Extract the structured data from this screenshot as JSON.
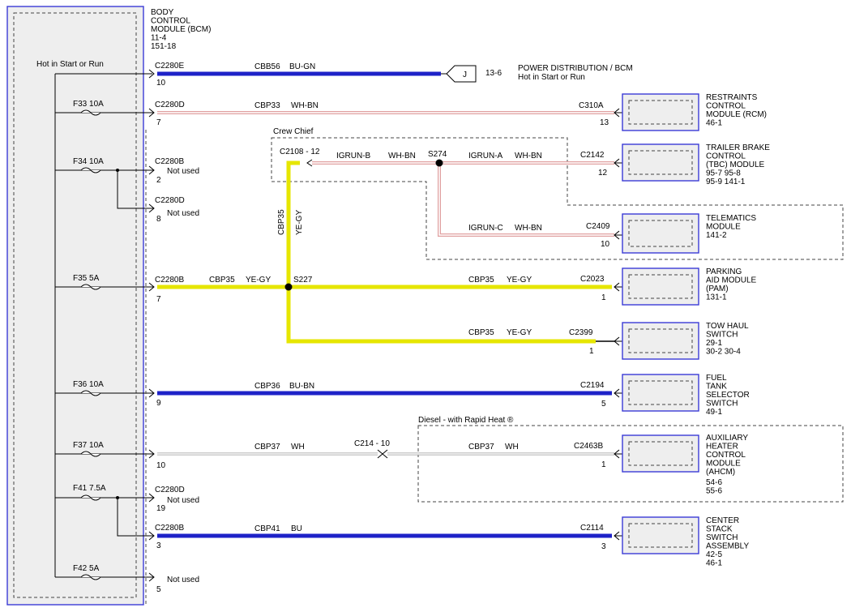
{
  "bcm": {
    "title_lines": [
      "BODY",
      "CONTROL",
      "MODULE (BCM)",
      "11-4",
      "151-18"
    ],
    "bus_label": "Hot in Start or Run"
  },
  "fuses": [
    "F33  10A",
    "F34  10A",
    "F35  5A",
    "F36  10A",
    "F37  10A",
    "F41  7.5A",
    "F42  5A"
  ],
  "pins": [
    {
      "connector": "C2280E",
      "pin": "10"
    },
    {
      "connector": "C2280D",
      "pin": "7"
    },
    {
      "connector": "C2280B",
      "pin": "2",
      "note": "Not used"
    },
    {
      "connector": "C2280D",
      "pin": "8",
      "note": "Not used"
    },
    {
      "connector": "C2280B",
      "pin": "7"
    },
    {
      "connector": "",
      "pin": "9"
    },
    {
      "connector": "",
      "pin": "10"
    },
    {
      "connector": "C2280D",
      "pin": "19",
      "note": "Not used"
    },
    {
      "connector": "C2280B",
      "pin": "3"
    },
    {
      "connector": "",
      "pin": "5",
      "note": "Not used"
    }
  ],
  "circuits": [
    {
      "circuit": "CBB56",
      "color": "BU-GN"
    },
    {
      "circuit": "CBP33",
      "color": "WH-BN"
    },
    {
      "circuit": "CBP35",
      "color": "YE-GY"
    },
    {
      "circuit": "CBP35",
      "color": "YE-GY"
    },
    {
      "circuit": "CBP35",
      "color": "YE-GY"
    },
    {
      "circuit": "CBP36",
      "color": "BU-BN"
    },
    {
      "circuit": "CBP37",
      "color": "WH"
    },
    {
      "circuit": "CBP37",
      "color": "WH"
    },
    {
      "circuit": "CBP41",
      "color": "BU"
    },
    {
      "circuit": "CBP35",
      "color": "YE-GY"
    }
  ],
  "splices": [
    "S227",
    "S274"
  ],
  "crew_chief": {
    "label": "Crew Chief",
    "connector": "C2108  - 12",
    "igrun_b": "IGRUN-B",
    "igrun_b_color": "WH-BN",
    "igrun_a": "IGRUN-A",
    "igrun_a_color": "WH-BN",
    "igrun_c": "IGRUN-C",
    "igrun_c_color": "WH-BN"
  },
  "diesel": {
    "label": "Diesel - with Rapid Heat ®",
    "inline_connector": "C214  - 10"
  },
  "power_dist": {
    "connector_letter": "J",
    "page_ref": "13-6",
    "title": "POWER DISTRIBUTION / BCM",
    "subtitle": "Hot in Start or Run"
  },
  "modules": [
    {
      "connector": "C310A",
      "pin": "13",
      "lines": [
        "RESTRAINTS",
        "CONTROL",
        "MODULE (RCM)",
        "46-1"
      ]
    },
    {
      "connector": "C2142",
      "pin": "12",
      "lines": [
        "TRAILER BRAKE",
        "CONTROL",
        "(TBC) MODULE",
        "95-7     95-8",
        "95-9     141-1"
      ]
    },
    {
      "connector": "C2409",
      "pin": "10",
      "lines": [
        "TELEMATICS",
        "MODULE",
        "141-2"
      ]
    },
    {
      "connector": "C2023",
      "pin": "1",
      "lines": [
        "PARKING",
        "AID MODULE",
        "(PAM)",
        "131-1"
      ]
    },
    {
      "connector": "C2399",
      "pin": "1",
      "lines": [
        "TOW HAUL",
        "SWITCH",
        "29-1",
        "30-2       30-4"
      ]
    },
    {
      "connector": "C2194",
      "pin": "5",
      "lines": [
        "FUEL",
        "TANK",
        "SELECTOR",
        "SWITCH",
        "49-1"
      ]
    },
    {
      "connector": "C2463B",
      "pin": "1",
      "lines": [
        "AUXILIARY",
        "HEATER",
        "CONTROL",
        "MODULE",
        "(AHCM)",
        "54-6",
        "55-6"
      ]
    },
    {
      "connector": "C2114",
      "pin": "3",
      "lines": [
        "CENTER",
        "STACK",
        "SWITCH",
        "ASSEMBLY",
        "42-5",
        "46-1"
      ]
    }
  ],
  "wire_colors": {
    "blue": "#1e22c8",
    "yellow": "#e6e600",
    "pink": "#e0a0a0",
    "gray": "#9a9a9a",
    "module_border": "#3b3bd6"
  }
}
